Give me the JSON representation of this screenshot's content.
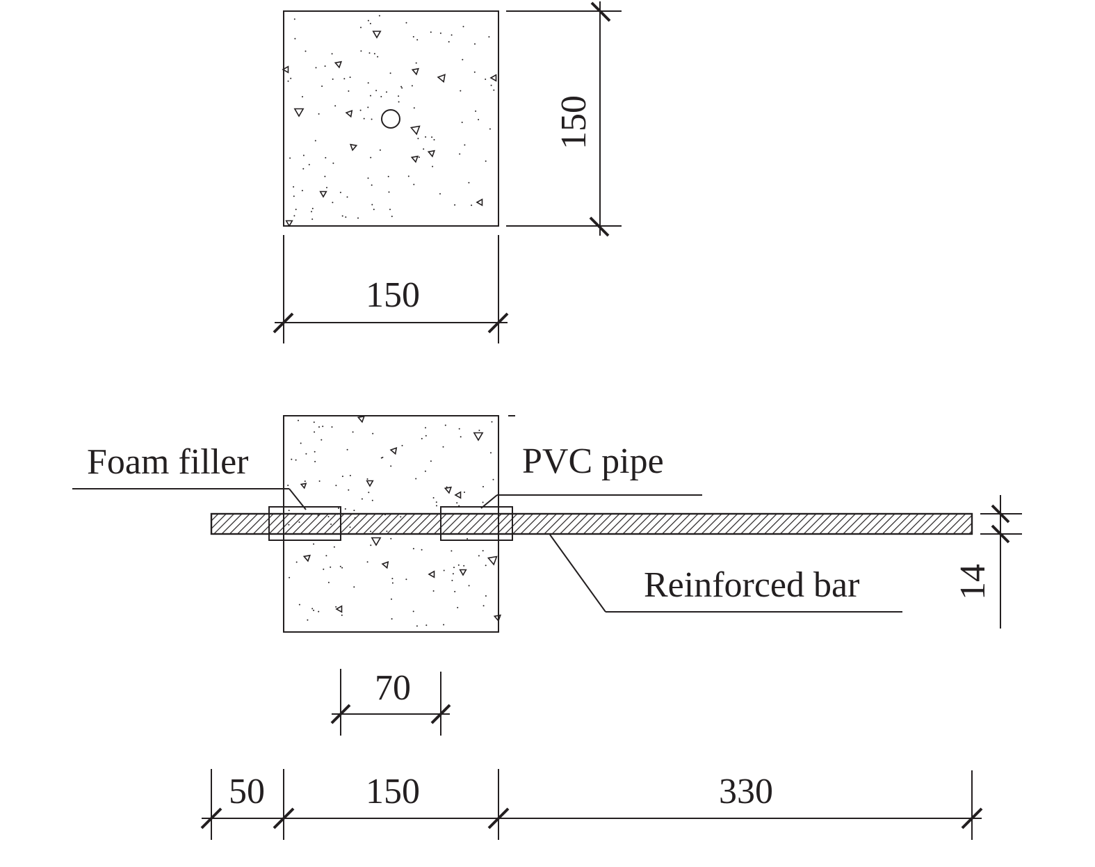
{
  "dimensions": {
    "section_height": "150",
    "section_width": "150",
    "bar_diameter": "14",
    "sleeve_spacing": "70",
    "bar_left_embed": "50",
    "block_length": "150",
    "bar_right_length": "330"
  },
  "labels": {
    "foam_filler": "Foam filler",
    "pvc_pipe": "PVC pipe",
    "reinforced_bar": "Reinforced bar"
  },
  "colors": {
    "line": "#231f20",
    "background": "#ffffff"
  }
}
